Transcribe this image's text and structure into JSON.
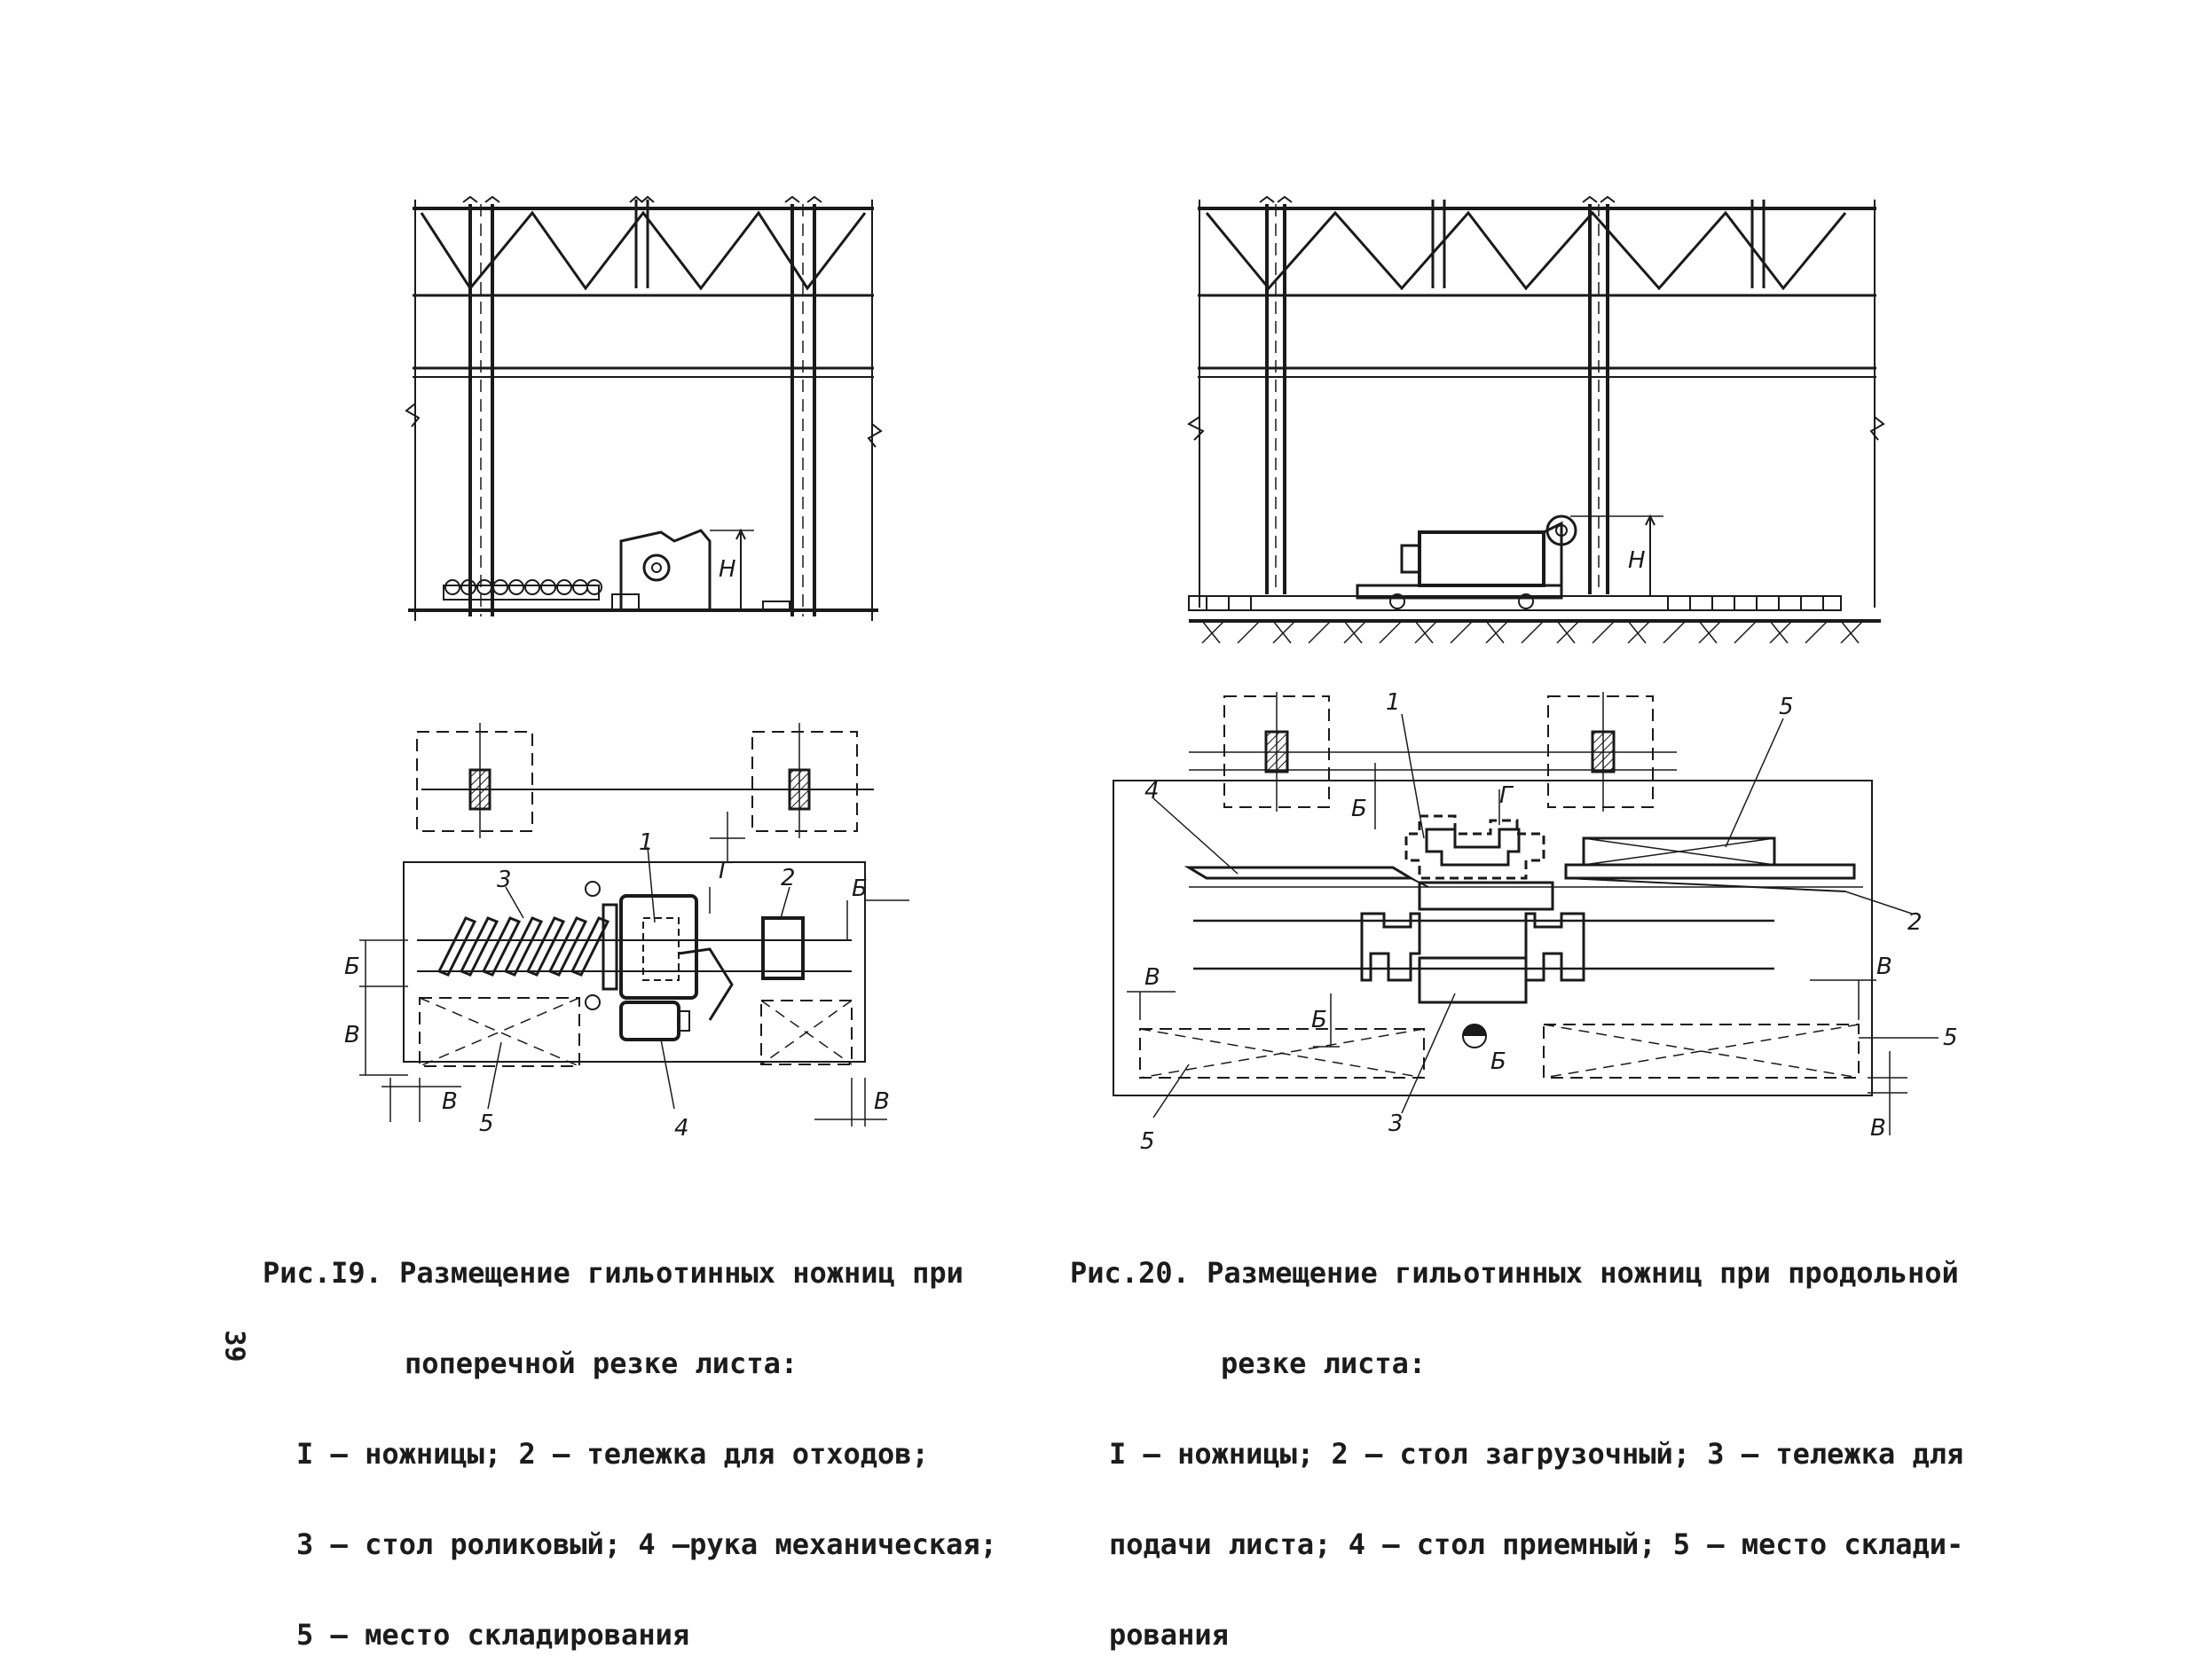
{
  "page_number": "39",
  "fig19": {
    "title": "Рис.I9. Размещение гильотинных ножниц при",
    "title_cont": "поперечной резке листа:",
    "legend": [
      "I – ножницы; 2 – тележка для отходов;",
      "3 – стол роликовый; 4 –рука механическая;",
      "5 – место складирования"
    ],
    "labels": {
      "H": "Н",
      "l": "Г",
      "b_top": "Б",
      "b_left": "Б",
      "v_left": "В",
      "v_bottom_left": "В",
      "v_bottom_right": "В",
      "n1": "1",
      "n2": "2",
      "n3": "3",
      "n4": "4",
      "n5": "5"
    }
  },
  "fig20": {
    "title": "Рис.20. Размещение гильотинных ножниц при продольной",
    "title_cont": "резке листа:",
    "legend": [
      "I – ножницы; 2 – стол загрузочный; 3 – тележка для",
      "подачи листа; 4 – стол приемный; 5 – место склади-",
      "рования"
    ],
    "labels": {
      "H": "Н",
      "l": "Г",
      "b_top": "Б",
      "b_mid": "Б",
      "b_bottom": "Б",
      "v_left": "В",
      "v_right": "В",
      "v_bottom": "В",
      "n1": "1",
      "n2": "2",
      "n3": "3",
      "n4": "4",
      "n5_top": "5",
      "n5_right": "5",
      "n5_bottom": "5"
    }
  },
  "colors": {
    "ink": "#1a1a1a",
    "paper": "#ffffff"
  }
}
